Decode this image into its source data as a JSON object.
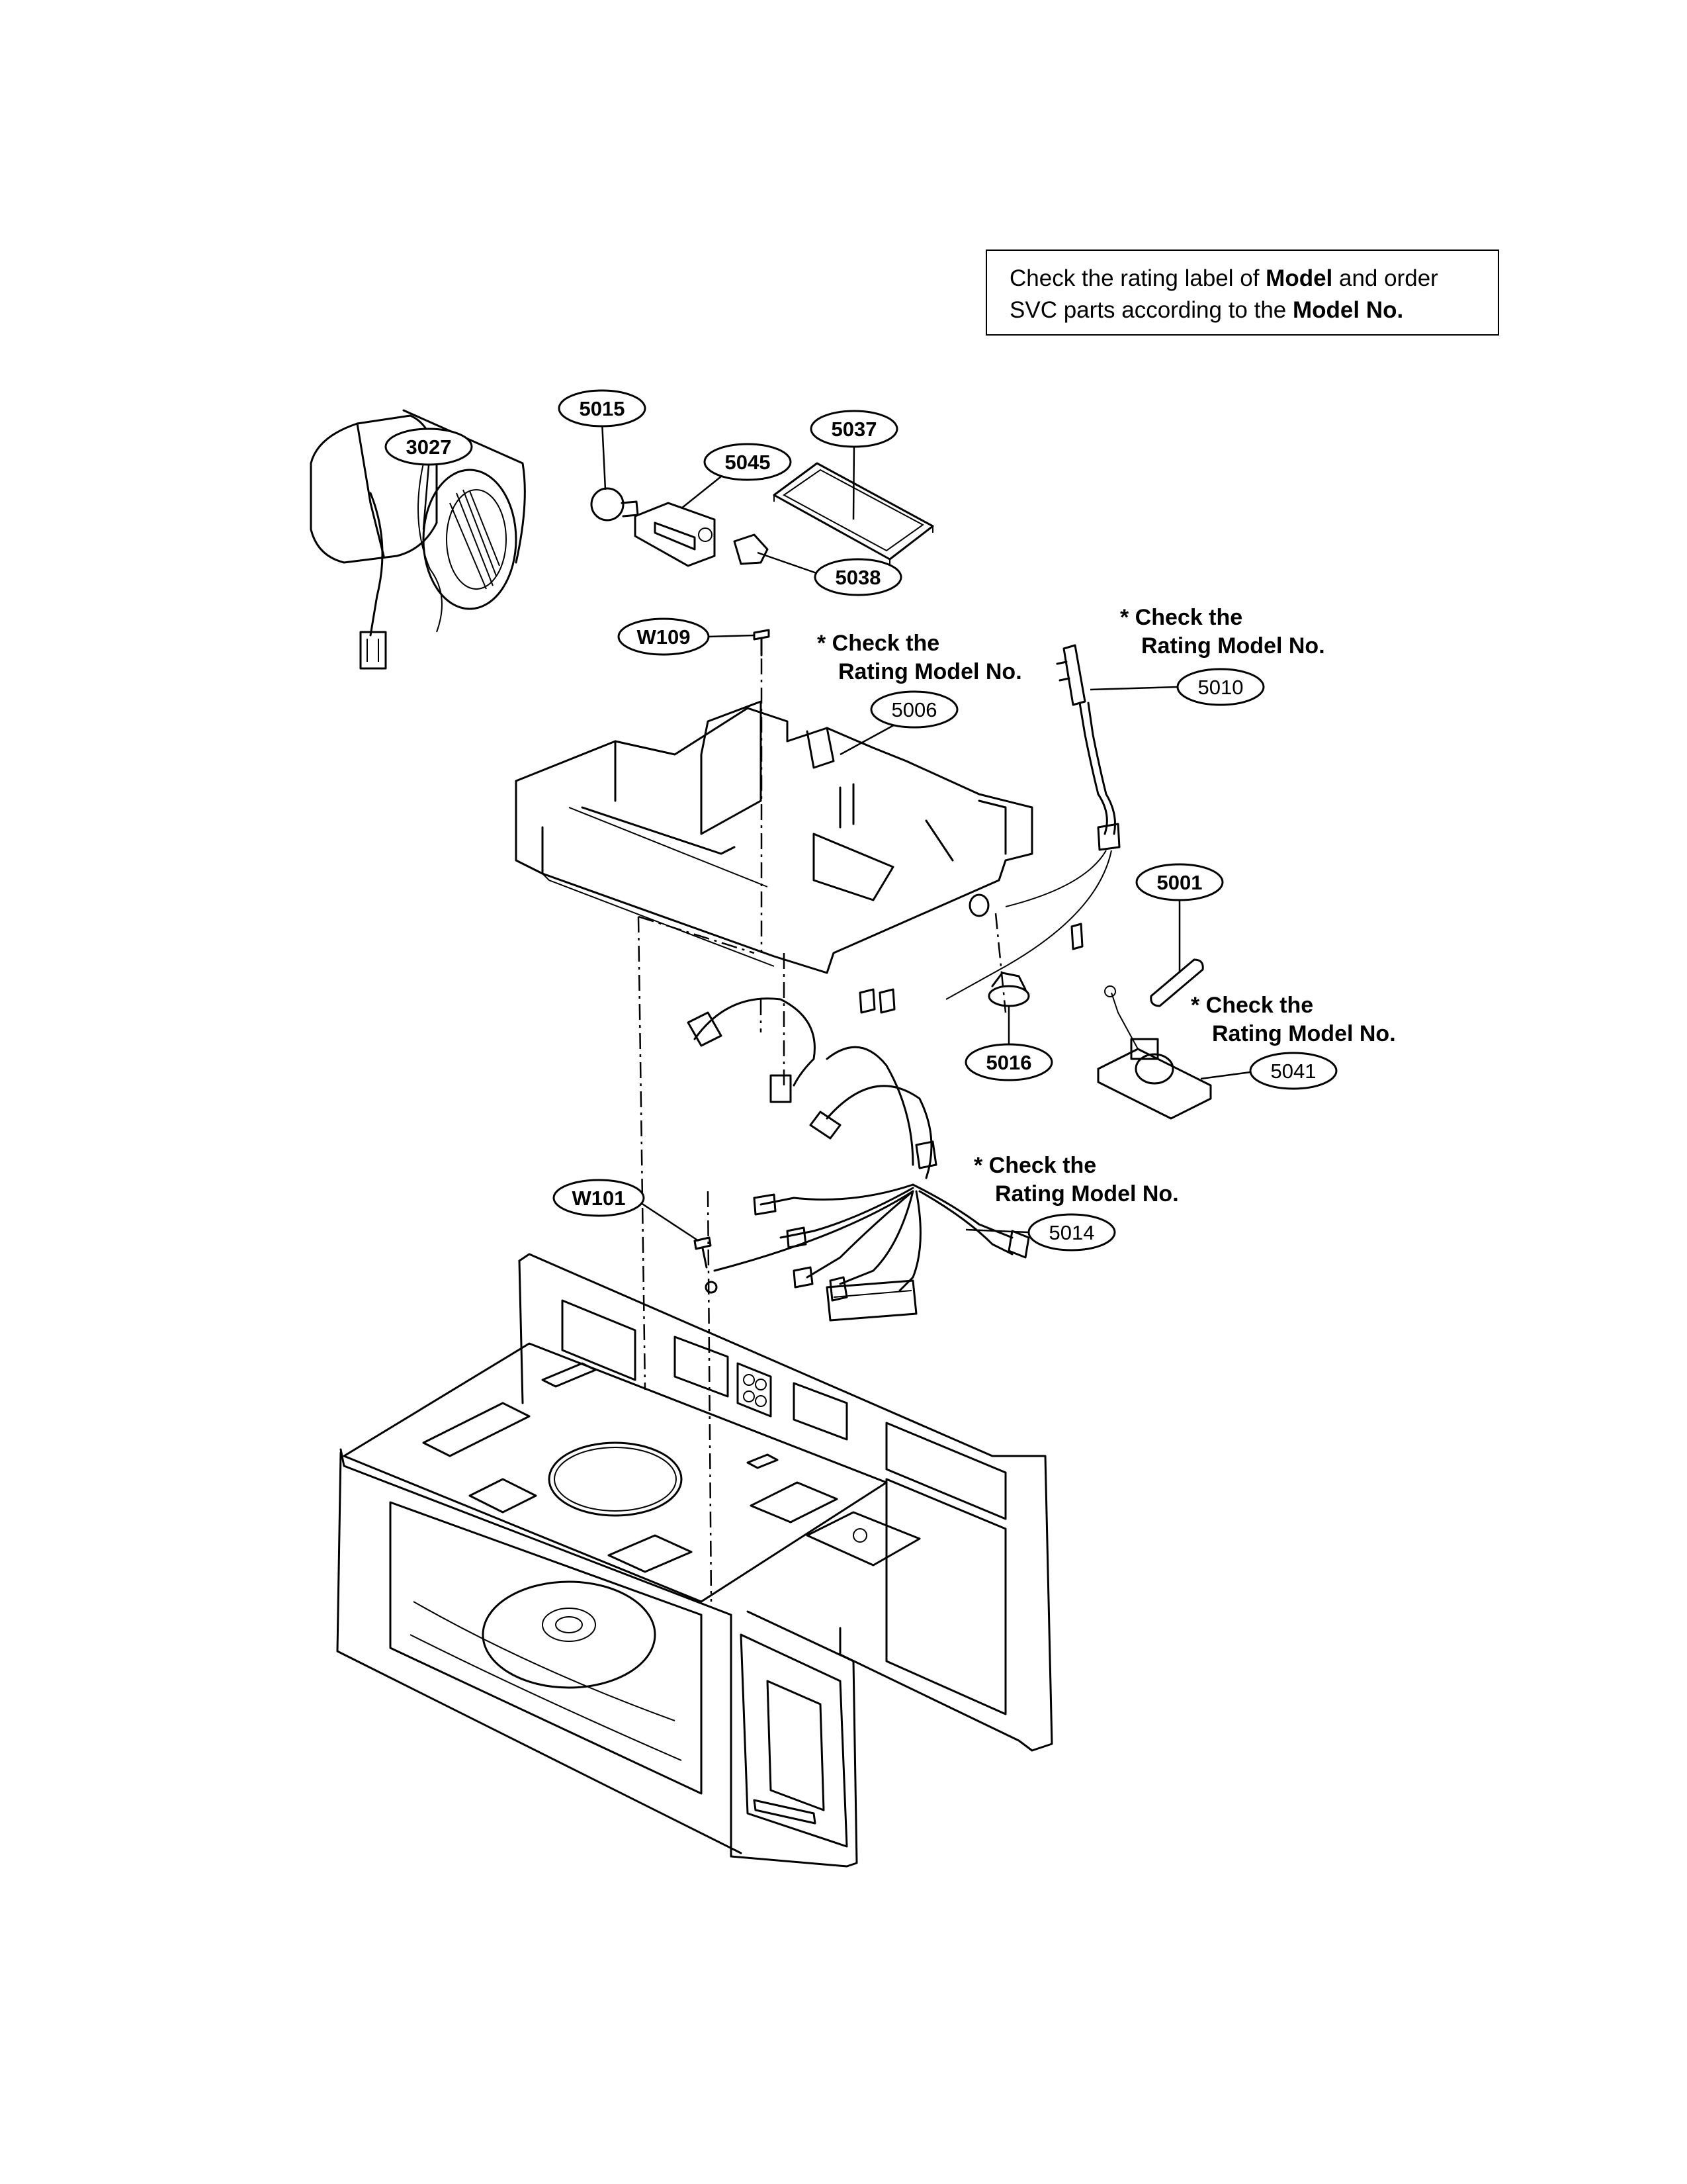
{
  "notice": {
    "pre": "Check the rating label of ",
    "model": "Model",
    "mid": " and order SVC parts according to the ",
    "model_no": "Model No."
  },
  "callouts": {
    "c3027": "3027",
    "c5015": "5015",
    "c5037": "5037",
    "c5045": "5045",
    "c5038": "5038",
    "w109": "W109",
    "c5006": "5006",
    "c5010": "5010",
    "c5001": "5001",
    "c5016": "5016",
    "c5041": "5041",
    "w101": "W101",
    "c5014": "5014"
  },
  "notes": {
    "line1": "* Check the",
    "line2": "Rating Model No."
  }
}
